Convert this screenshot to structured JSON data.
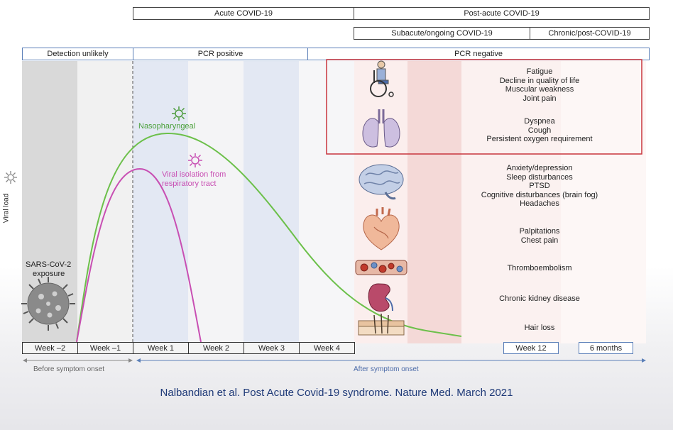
{
  "header": {
    "acute": "Acute COVID-19",
    "post_acute": "Post-acute COVID-19",
    "subacute": "Subacute/ongoing COVID-19",
    "chronic": "Chronic/post-COVID-19"
  },
  "pcr": {
    "unlikely": "Detection unlikely",
    "positive": "PCR positive",
    "negative": "PCR negative"
  },
  "curves": {
    "nasopharyngeal": "Nasopharyngeal",
    "viral_isolation_1": "Viral isolation from",
    "viral_isolation_2": "respiratory tract"
  },
  "axis": {
    "ylabel": "Viral load",
    "before": "Before symptom onset",
    "after": "After symptom onset"
  },
  "exposure": {
    "line1": "SARS-CoV-2",
    "line2": "exposure"
  },
  "weeks": [
    "Week –2",
    "Week –1",
    "Week 1",
    "Week 2",
    "Week 3",
    "Week 4",
    "Week 12",
    "6 months"
  ],
  "symptoms": {
    "general": [
      "Fatigue",
      "Decline in quality of life",
      "Muscular weakness",
      "Joint pain"
    ],
    "respiratory": [
      "Dyspnea",
      "Cough",
      "Persistent oxygen requirement"
    ],
    "neuro": [
      "Anxiety/depression",
      "Sleep disturbances",
      "PTSD",
      "Cognitive disturbances (brain fog)",
      "Headaches"
    ],
    "cardiac": [
      "Palpitations",
      "Chest pain"
    ],
    "thrombo": "Thromboembolism",
    "kidney": "Chronic kidney disease",
    "hair": "Hair loss"
  },
  "caption": "Nalbandian et al. Post Acute Covid-19 syndrome. Nature Med. March 2021",
  "colors": {
    "nasopharyngeal": "#6cc04a",
    "viral_isolation": "#c84fb3",
    "pcr_border": "#5b7fb8",
    "highlight_box": "#c8353d",
    "caption": "#1f3a78"
  }
}
